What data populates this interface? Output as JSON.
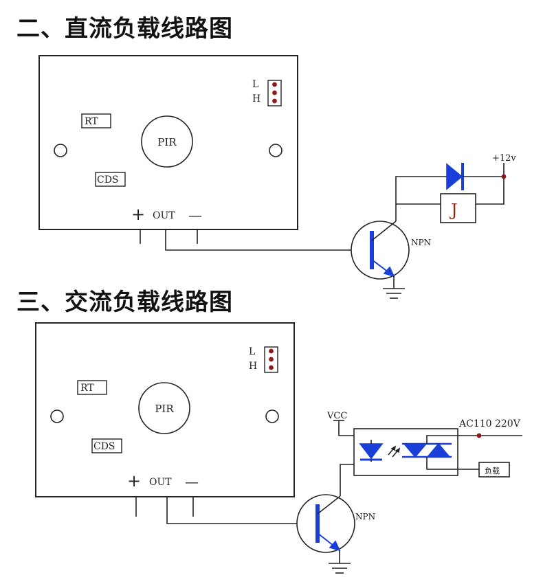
{
  "sections": [
    {
      "heading": "二、直流负载线路图",
      "board": {
        "rt": "RT",
        "cds": "CDS",
        "pir": "PIR",
        "l": "L",
        "h": "H",
        "plus": "+",
        "out": "OUT",
        "minus": "—"
      },
      "circuit": {
        "supply": "+12v",
        "relay": "J",
        "transistor": "NPN"
      }
    },
    {
      "heading": "三、交流负载线路图",
      "board": {
        "rt": "RT",
        "cds": "CDS",
        "pir": "PIR",
        "l": "L",
        "h": "H",
        "plus": "+",
        "out": "OUT",
        "minus": "—"
      },
      "circuit": {
        "vcc": "VCC",
        "ac": "AC110 220V",
        "load": "负载",
        "transistor": "NPN"
      }
    }
  ],
  "colors": {
    "line": "#222222",
    "component": "#1a3fd8",
    "label": "#1a1a1a",
    "relay_label": "#8a2a10",
    "dot": "#8b1a1a"
  }
}
